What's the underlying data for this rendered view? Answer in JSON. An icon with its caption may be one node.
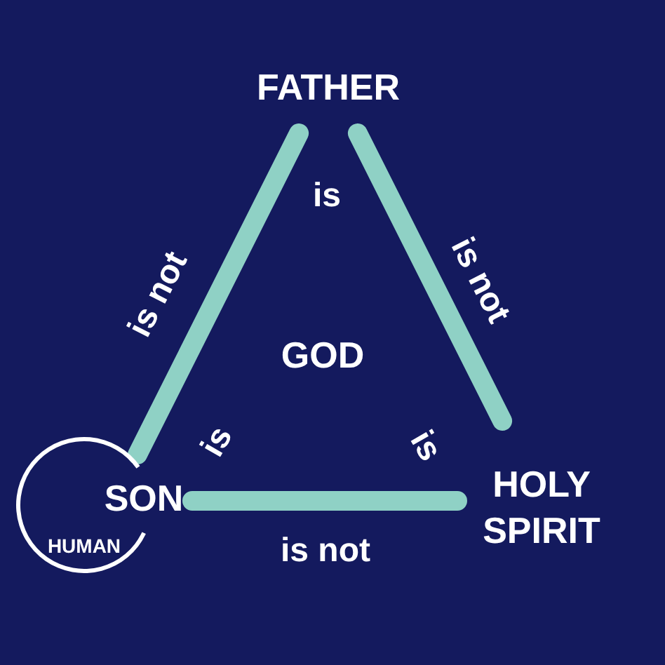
{
  "diagram": {
    "nodes": [
      {
        "text": [
          "FATHER"
        ]
      },
      {
        "text": [
          "GOD"
        ]
      },
      {
        "text": [
          "SON"
        ]
      },
      {
        "text": [
          "HUMAN"
        ]
      },
      {
        "text": [
          "HOLY SPIRIT"
        ]
      }
    ],
    "edges": [
      {
        "from": 0,
        "to": 3,
        "arrow": "none",
        "label": "is not"
      },
      {
        "from": 0,
        "to": 4,
        "arrow": "none",
        "label": "is not"
      },
      {
        "from": 2,
        "to": 4,
        "arrow": "none",
        "label": "is not"
      }
    ],
    "labels": [
      "is",
      "is",
      "is"
    ]
  }
}
